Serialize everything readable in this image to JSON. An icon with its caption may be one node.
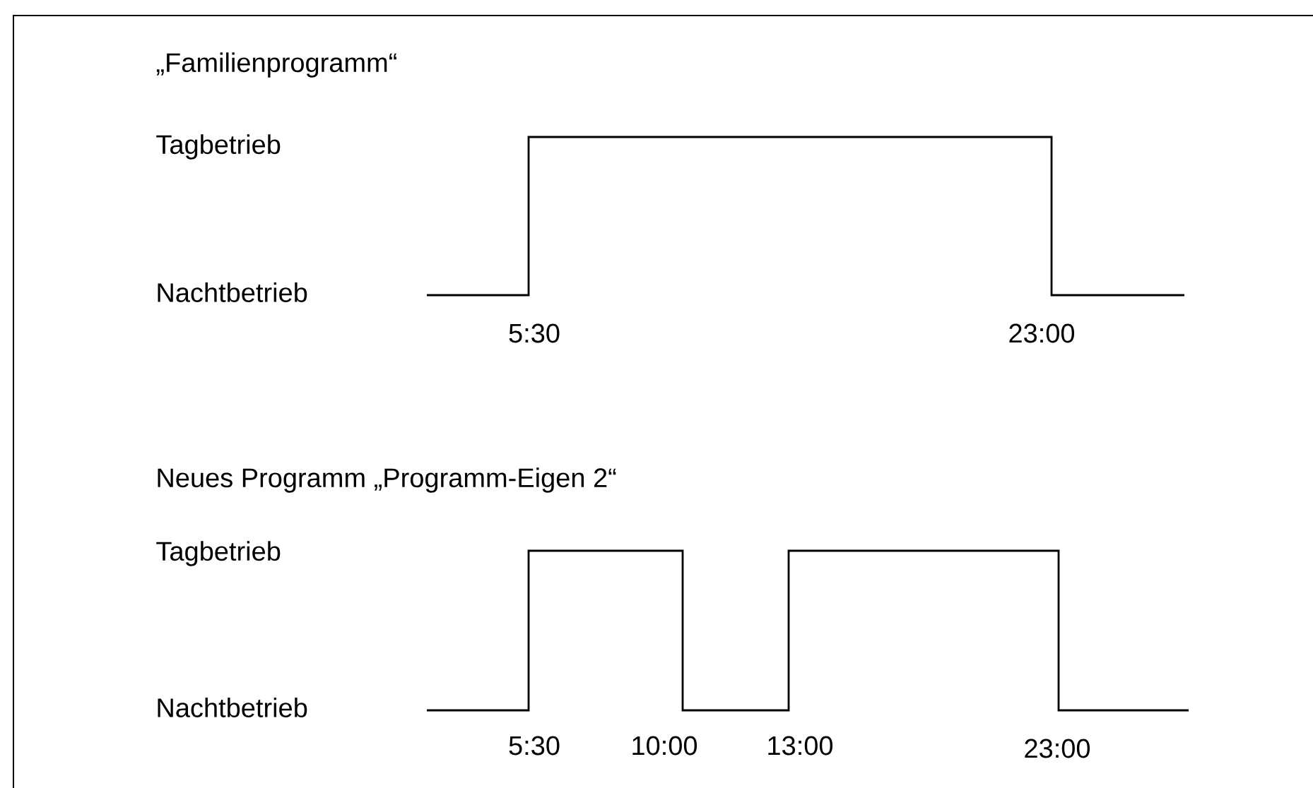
{
  "diagram": {
    "labels": [
      "„Familienprogramm“",
      "Tagbetrieb",
      "Nachtbetrieb",
      "5:30",
      "23:00",
      "Neues Programm „Programm-Eigen 2“",
      "Tagbetrieb",
      "Nachtbetrieb",
      "5:30",
      "10:00",
      "13:00",
      "23:00"
    ]
  }
}
